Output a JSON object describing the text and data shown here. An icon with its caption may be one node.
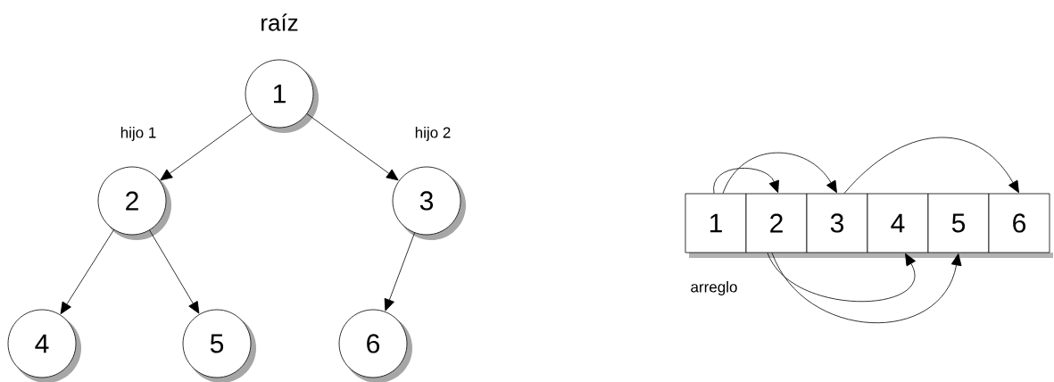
{
  "diagram": {
    "nodes": [
      {
        "text": [
          "1"
        ],
        "beside": [
          "raíz"
        ]
      },
      {
        "text": [
          "2"
        ],
        "beside": [
          "hijo 1"
        ]
      },
      {
        "text": [
          "3"
        ],
        "beside": [
          "hijo 2"
        ]
      },
      {
        "text": [
          "4"
        ]
      },
      {
        "text": [
          "5"
        ]
      },
      {
        "text": [
          "6"
        ]
      },
      {
        "text": [
          "1"
        ]
      },
      {
        "text": [
          "2"
        ]
      },
      {
        "text": [
          "3"
        ]
      },
      {
        "text": [
          "4"
        ]
      },
      {
        "text": [
          "5"
        ]
      },
      {
        "text": [
          "6"
        ]
      }
    ],
    "edges": [
      {
        "from": 0,
        "to": 1,
        "arrow": "to"
      },
      {
        "from": 0,
        "to": 2,
        "arrow": "to"
      },
      {
        "from": 1,
        "to": 3,
        "arrow": "to"
      },
      {
        "from": 1,
        "to": 4,
        "arrow": "to"
      },
      {
        "from": 2,
        "to": 5,
        "arrow": "to"
      },
      {
        "from": 6,
        "to": 7,
        "arrow": "to"
      },
      {
        "from": 6,
        "to": 8,
        "arrow": "to"
      },
      {
        "from": 8,
        "to": 11,
        "arrow": "to"
      },
      {
        "from": 7,
        "to": 9,
        "arrow": "to"
      },
      {
        "from": 7,
        "to": 10,
        "arrow": "to"
      }
    ],
    "labels": [
      "arreglo"
    ]
  }
}
